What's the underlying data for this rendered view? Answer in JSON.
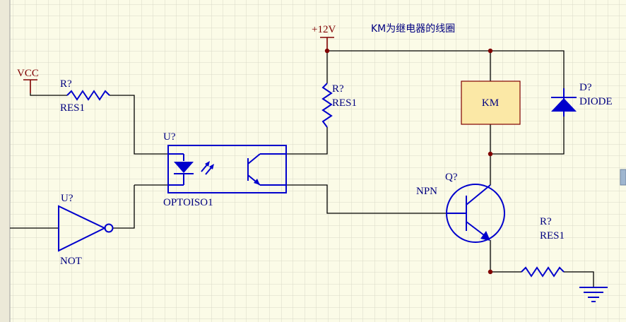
{
  "note": "KM为继电器的线圈",
  "power": {
    "vcc": "VCC",
    "v12": "+12V"
  },
  "components": {
    "r_input": {
      "designator": "R?",
      "type": "RES1"
    },
    "r_pullup": {
      "designator": "R?",
      "type": "RES1"
    },
    "r_emitter": {
      "designator": "R?",
      "type": "RES1"
    },
    "optocoupler": {
      "designator": "U?",
      "type": "OPTOISO1"
    },
    "inverter": {
      "designator": "U?",
      "type": "NOT"
    },
    "transistor": {
      "designator": "Q?",
      "type": "NPN"
    },
    "diode": {
      "designator": "D?",
      "type": "DIODE"
    },
    "relay": {
      "label": "KM"
    }
  },
  "colors": {
    "background": "#fbfbe7",
    "grid": "#d9d9c7",
    "component": "#0000cc",
    "wire": "#000000",
    "power": "#800000",
    "label": "#000080",
    "relay_fill": "#fbe8a6"
  }
}
